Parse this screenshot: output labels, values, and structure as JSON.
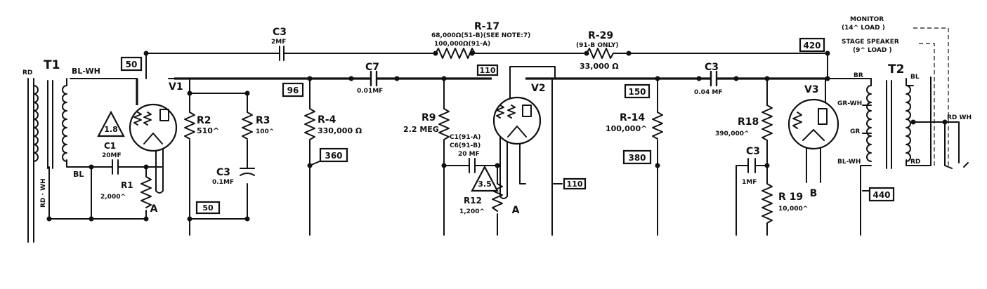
{
  "labels": {
    "t1": "T1",
    "t1_lead_top": "RD",
    "t1_lead_side": "RD · WH",
    "bl_wh": "BL-WH",
    "bl": "BL",
    "v1": "V1",
    "v2": "V2",
    "v3": "V3",
    "t2": "T2",
    "socket_a1": "A",
    "socket_a2": "A",
    "socket_b": "B",
    "c1_ref": "C1",
    "c1_val": "20MF",
    "r1_ref": "R1",
    "r1_val": "2,000^",
    "r2_ref": "R2",
    "r2_val": "510^",
    "r3_ref": "R3",
    "r3_val": "100^",
    "c3a_ref": "C3",
    "c3a_val": "0.1MF",
    "c3_top_ref": "C3",
    "c3_top_val": "2MF",
    "r4_ref": "R-4",
    "r4_val": "330,000 Ω",
    "c7_ref": "C7",
    "c7_val": "0.01MF",
    "r17_ref": "R-17",
    "r17_line1": "68,000Ω(51-B)(SEE NOTE:7)",
    "r17_line2": "100,000Ω(91-A)",
    "r29_ref": "R-29",
    "r29_line1": "(91-B ONLY)",
    "r29_val": "33,000 Ω",
    "r9_ref": "R9",
    "r9_val": "2.2 MEG",
    "c1c6_line1": "C1(91-A)",
    "c1c6_line2": "C6(91-B)",
    "c1c6_val": "20 MF",
    "r12_ref": "R12",
    "r12_val": "1,200^",
    "r14_ref": "R-14",
    "r14_val": "100,000^",
    "c3b_ref": "C3",
    "c3b_val": "0.04 MF",
    "r18_ref": "R18",
    "r18_val": "390,000^",
    "c3c_ref": "C3",
    "c3c_val": "1MF",
    "r19_ref": "R 19",
    "r19_val": "10,000^",
    "monitor_line1": "MONITOR",
    "monitor_line2": "(14^ LOAD )",
    "stage_line1": "STAGE SPEAKER",
    "stage_line2": "(9^ LOAD )",
    "br": "BR",
    "gr_wh": "GR-WH",
    "gr": "GR",
    "bl_wh2": "BL-WH",
    "bl_t2": "BL",
    "rd_t2": "RD",
    "rd_wh_t2": "RD WH"
  },
  "boxes": {
    "b50_top": "50",
    "b96": "96",
    "b110_top": "110",
    "b150": "150",
    "b420": "420",
    "b360": "360",
    "b380": "380",
    "b50_bot": "50",
    "b110_side": "110",
    "b440": "440"
  },
  "triangles": {
    "t18": "1.8",
    "t35": "3.5"
  }
}
